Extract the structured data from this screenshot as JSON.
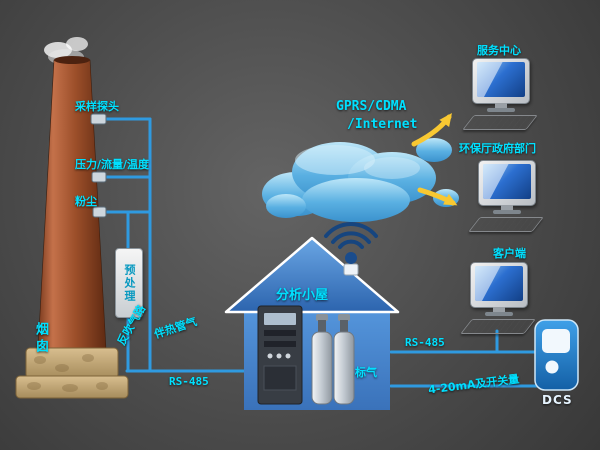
{
  "chimney": {
    "label": "烟囱"
  },
  "sensors": {
    "probe": "采样探头",
    "pressure_flow_temp": "压力/流量/温度",
    "dust": "粉尘",
    "pretreatment": "预处理"
  },
  "pipes": {
    "blowback": "反吹气路",
    "heated_line": "伴热管气",
    "rs485_left": "RS-485"
  },
  "cloud": {
    "line1": "GPRS/CDMA",
    "line2": "/Internet"
  },
  "house": {
    "label": "分析小屋",
    "standard_gas": "标气"
  },
  "computers": [
    {
      "label": "服务中心"
    },
    {
      "label": "环保厅政府部门"
    },
    {
      "label": "客户端"
    }
  ],
  "right_links": {
    "rs485": "RS-485",
    "analog": "4-20mA及开关量"
  },
  "dcs": {
    "label": "DCS"
  },
  "colors": {
    "background": "#4c4c4c",
    "pipe_blue": "#2f9ae0",
    "label_cyan": "#00e0ff",
    "arrow_yellow": "#f8c832",
    "cloud_blue": "#5ab0e2",
    "house_blue": "#4a8fd4",
    "chimney_brown": "#9c4f2a"
  }
}
